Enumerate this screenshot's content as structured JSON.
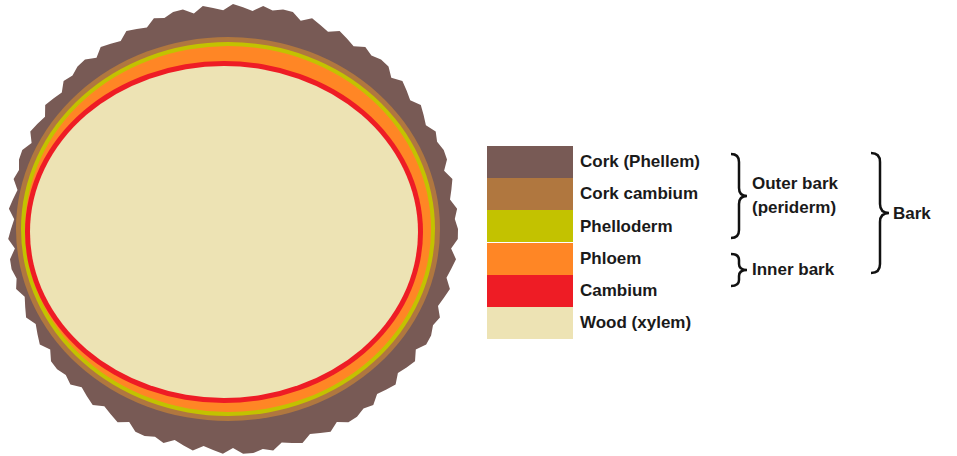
{
  "diagram": {
    "labels": [
      "Outer bark (periderm)",
      "Inner bark",
      "Bark"
    ],
    "legend": [
      {
        "text": "Cork (Phellem)",
        "color": "#785a55"
      },
      {
        "text": "Cork cambium",
        "color": "#b0773f"
      },
      {
        "text": "Phelloderm",
        "color": "#c3c200"
      },
      {
        "text": "Phloem",
        "color": "#ff8625"
      },
      {
        "text": "Cambium",
        "color": "#ee1c25"
      },
      {
        "text": "Wood (xylem)",
        "color": "#ede3b4"
      }
    ]
  }
}
